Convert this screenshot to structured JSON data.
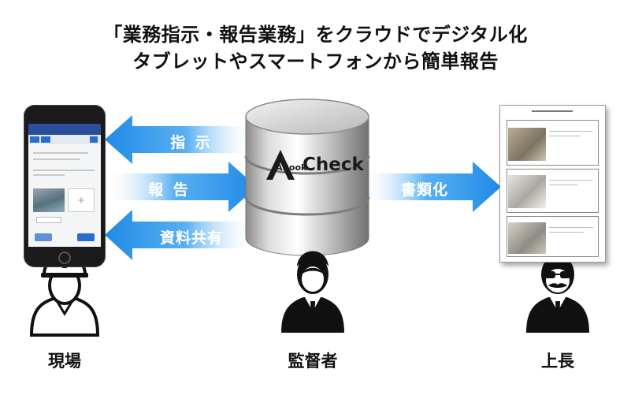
{
  "title": {
    "line1": "「業務指示・報告業務」をクラウドでデジタル化",
    "line2": "タブレットやスマートフォンから簡単報告"
  },
  "arrows": {
    "instruction": "指 示",
    "report": "報 告",
    "share": "資料共有",
    "documents": "書類化"
  },
  "logo": {
    "prefix": "ABook",
    "suffix": "Check"
  },
  "people": {
    "field": "現場",
    "supervisor": "監督者",
    "boss": "上長"
  },
  "colors": {
    "arrow_blue": "#1f8ae6",
    "arrow_light": "#cfe8fb"
  }
}
